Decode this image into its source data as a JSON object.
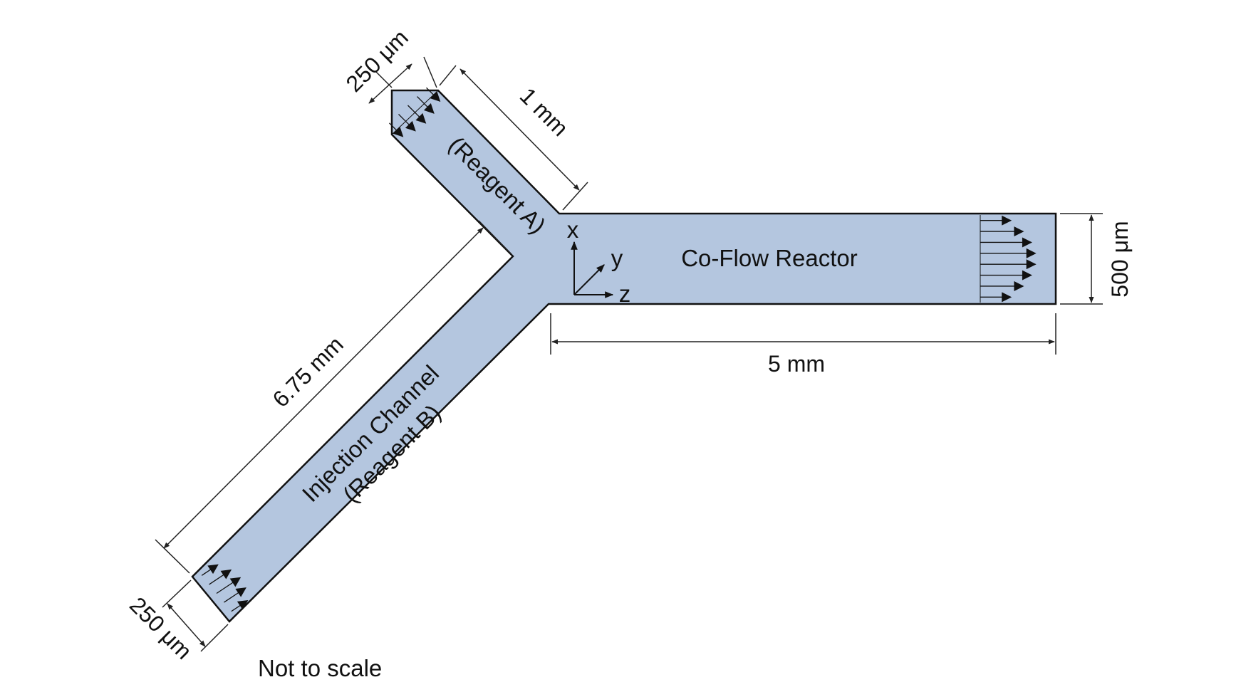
{
  "colors": {
    "channel_fill": "#b4c6df",
    "outline": "#111111",
    "dimension_line": "#222222",
    "flow_arrow": "#111111",
    "background": "#ffffff"
  },
  "labels": {
    "reactor": "Co-Flow Reactor",
    "channel_a": "(Reagent A)",
    "channel_b_line1": "Injection Channel",
    "channel_b_line2": "(Reagent B)",
    "note": "Not to scale"
  },
  "dimensions": {
    "width_a": "250 μm",
    "length_a": "1 mm",
    "length_b": "6.75 mm",
    "width_b": "250 μm",
    "reactor_length": "5 mm",
    "reactor_width": "500 μm"
  },
  "axes": {
    "x": "x",
    "y": "y",
    "z": "z"
  }
}
